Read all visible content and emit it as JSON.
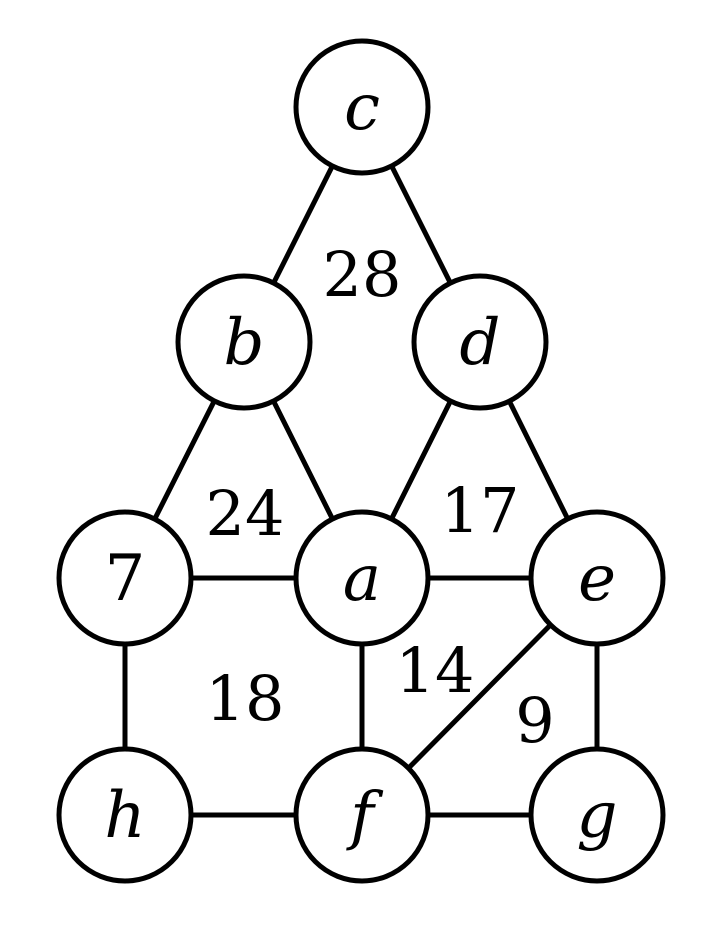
{
  "nodes": [
    {
      "id": "c",
      "label": "c",
      "italic": true
    },
    {
      "id": "b",
      "label": "b",
      "italic": true
    },
    {
      "id": "d",
      "label": "d",
      "italic": true
    },
    {
      "id": "7",
      "label": "7",
      "italic": false
    },
    {
      "id": "a",
      "label": "a",
      "italic": true
    },
    {
      "id": "e",
      "label": "e",
      "italic": true
    },
    {
      "id": "h",
      "label": "h",
      "italic": true
    },
    {
      "id": "f",
      "label": "f",
      "italic": true
    },
    {
      "id": "g",
      "label": "g",
      "italic": true
    }
  ],
  "edges": [
    [
      "c",
      "b"
    ],
    [
      "c",
      "d"
    ],
    [
      "b",
      "7"
    ],
    [
      "b",
      "a"
    ],
    [
      "d",
      "a"
    ],
    [
      "d",
      "e"
    ],
    [
      "7",
      "a"
    ],
    [
      "a",
      "e"
    ],
    [
      "7",
      "h"
    ],
    [
      "a",
      "f"
    ],
    [
      "e",
      "g"
    ],
    [
      "e",
      "f"
    ],
    [
      "h",
      "f"
    ],
    [
      "f",
      "g"
    ]
  ],
  "face_labels": [
    {
      "id": "face-28",
      "text": "28"
    },
    {
      "id": "face-24",
      "text": "24"
    },
    {
      "id": "face-17",
      "text": "17"
    },
    {
      "id": "face-18",
      "text": "18"
    },
    {
      "id": "face-14",
      "text": "14"
    },
    {
      "id": "face-9",
      "text": "9"
    }
  ]
}
